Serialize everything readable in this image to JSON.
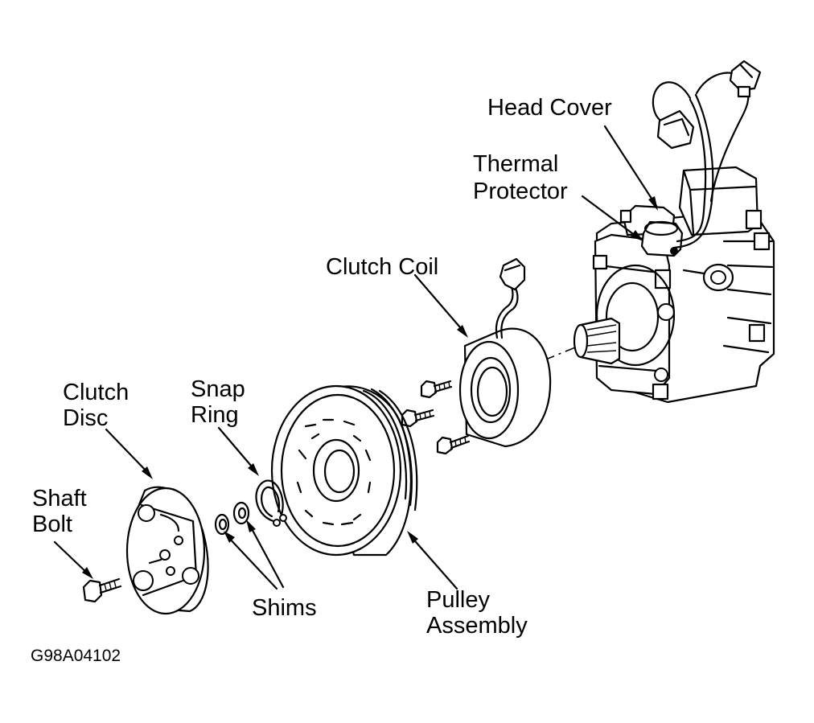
{
  "labels": {
    "head_cover": "Head Cover",
    "thermal_protector_1": "Thermal",
    "thermal_protector_2": "Protector",
    "clutch_coil": "Clutch Coil",
    "clutch_disc_1": "Clutch",
    "clutch_disc_2": "Disc",
    "snap_ring_1": "Snap",
    "snap_ring_2": "Ring",
    "shaft_bolt_1": "Shaft",
    "shaft_bolt_2": "Bolt",
    "shims": "Shims",
    "pulley_assembly_1": "Pulley",
    "pulley_assembly_2": "Assembly"
  },
  "figure_code": "G98A04102"
}
